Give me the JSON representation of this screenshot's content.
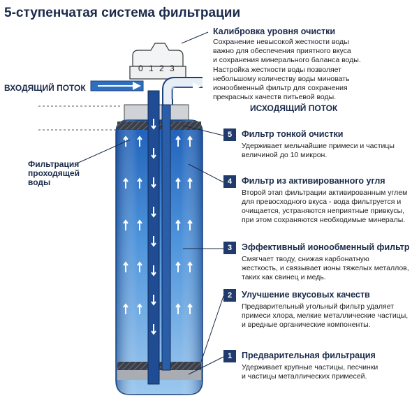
{
  "title": "5-ступенчатая система фильтрации",
  "calibration": {
    "title": "Калибровка уровня очистки",
    "description_lines": [
      "Сохранение невысокой жесткости воды",
      "важно для обеспечения приятного вкуса",
      "и сохранения минерального баланса воды.",
      "Настройка жесткости воды позволяет",
      "небольшому количеству воды миновать",
      "ионообменный фильтр для сохранения",
      "прекрасных качеств питьевой воды."
    ],
    "dial_numbers": [
      "0",
      "1",
      "2",
      "3"
    ]
  },
  "flow": {
    "incoming": "ВХОДЯЩИЙ ПОТОК",
    "outgoing": "ИСХОДЯЩИЙ ПОТОК",
    "filtration_lines": [
      "Фильтрация",
      "проходящей",
      "воды"
    ]
  },
  "stages": [
    {
      "num": "5",
      "title": "Фильтр тонкой очистки",
      "desc_lines": [
        "Удерживает мельчайшие примеси и частицы",
        "величиной до 10 микрон."
      ]
    },
    {
      "num": "4",
      "title": "Фильтр из активированного угля",
      "desc_lines": [
        "Второй этап фильтрации активированным углем",
        "для превосходного вкуса - вода фильтруется и",
        "очищается, устраняются неприятные привкусы,",
        "при этом сохраняются необходимые минералы."
      ]
    },
    {
      "num": "3",
      "title": "Эффективный ионообменный фильтр",
      "desc_lines": [
        "Смягчает тводу, снижая карбонатную",
        "жесткость, и связывает ионы тяжелых металлов,",
        "таких как свинец и медь."
      ]
    },
    {
      "num": "2",
      "title": "Улучшение вкусовых качеств",
      "desc_lines": [
        "Предварительный угольный фильтр удаляет",
        "примеси хлора, мелкие металлические частицы,",
        "и вредные органические компоненты."
      ]
    },
    {
      "num": "1",
      "title": "Предварительная фильтрация",
      "desc_lines": [
        "Удерживает крупные частицы, песчинки",
        "и частицы металлических примесей."
      ]
    }
  ],
  "colors": {
    "dark_blue": "#1f3a6b",
    "mid_blue": "#3d7fd0",
    "light_blue": "#bcd9f5",
    "grey": "#a9adb3"
  }
}
